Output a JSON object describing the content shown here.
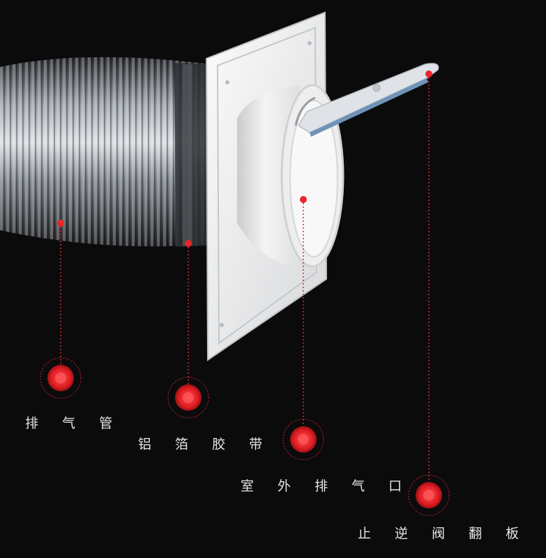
{
  "labels": [
    {
      "text": "排 气 管"
    },
    {
      "text": "铝 箔 胶 带"
    },
    {
      "text": "室 外 排 气 口"
    },
    {
      "text": "止 逆 阀 翻 板"
    }
  ],
  "colors": {
    "background": "#0b0b0c",
    "marker_red": "#e8262b",
    "leader_line": "#d62a2e",
    "label_text": "#e6e6e6"
  }
}
